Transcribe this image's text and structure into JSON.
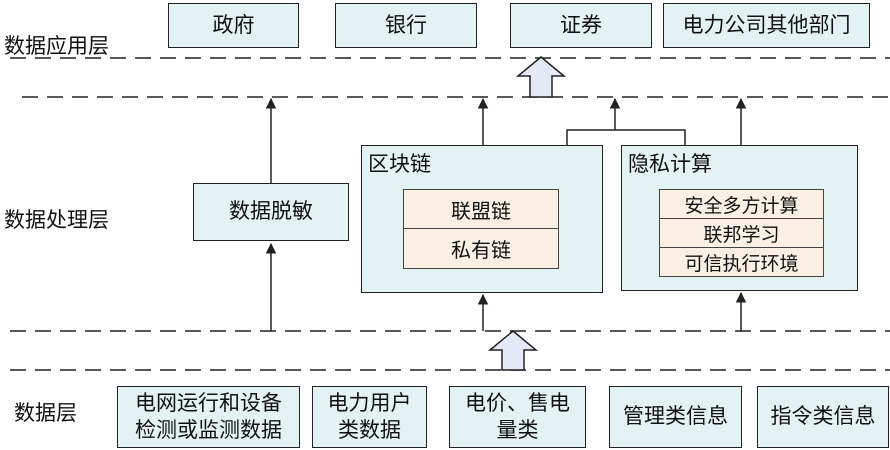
{
  "layers": {
    "application": "数据应用层",
    "processing": "数据处理层",
    "data": "数据层"
  },
  "application_nodes": [
    "政府",
    "银行",
    "证券",
    "电力公司其他部门"
  ],
  "processing": {
    "desensitization": "数据脱敏",
    "blockchain": {
      "title": "区块链",
      "items": [
        "联盟链",
        "私有链"
      ]
    },
    "privacy_computing": {
      "title": "隐私计算",
      "items": [
        "安全多方计算",
        "联邦学习",
        "可信执行环境"
      ]
    }
  },
  "data_nodes": [
    "电网运行和设备\n检测或监测数据",
    "电力用户\n类数据",
    "电价、售电\n量类",
    "管理类信息",
    "指令类信息"
  ],
  "colors": {
    "box_fill": "#e3f2f2",
    "inner_fill": "#fcefe3",
    "arrow_fill": "#e3e9f7",
    "line": "#222222"
  }
}
